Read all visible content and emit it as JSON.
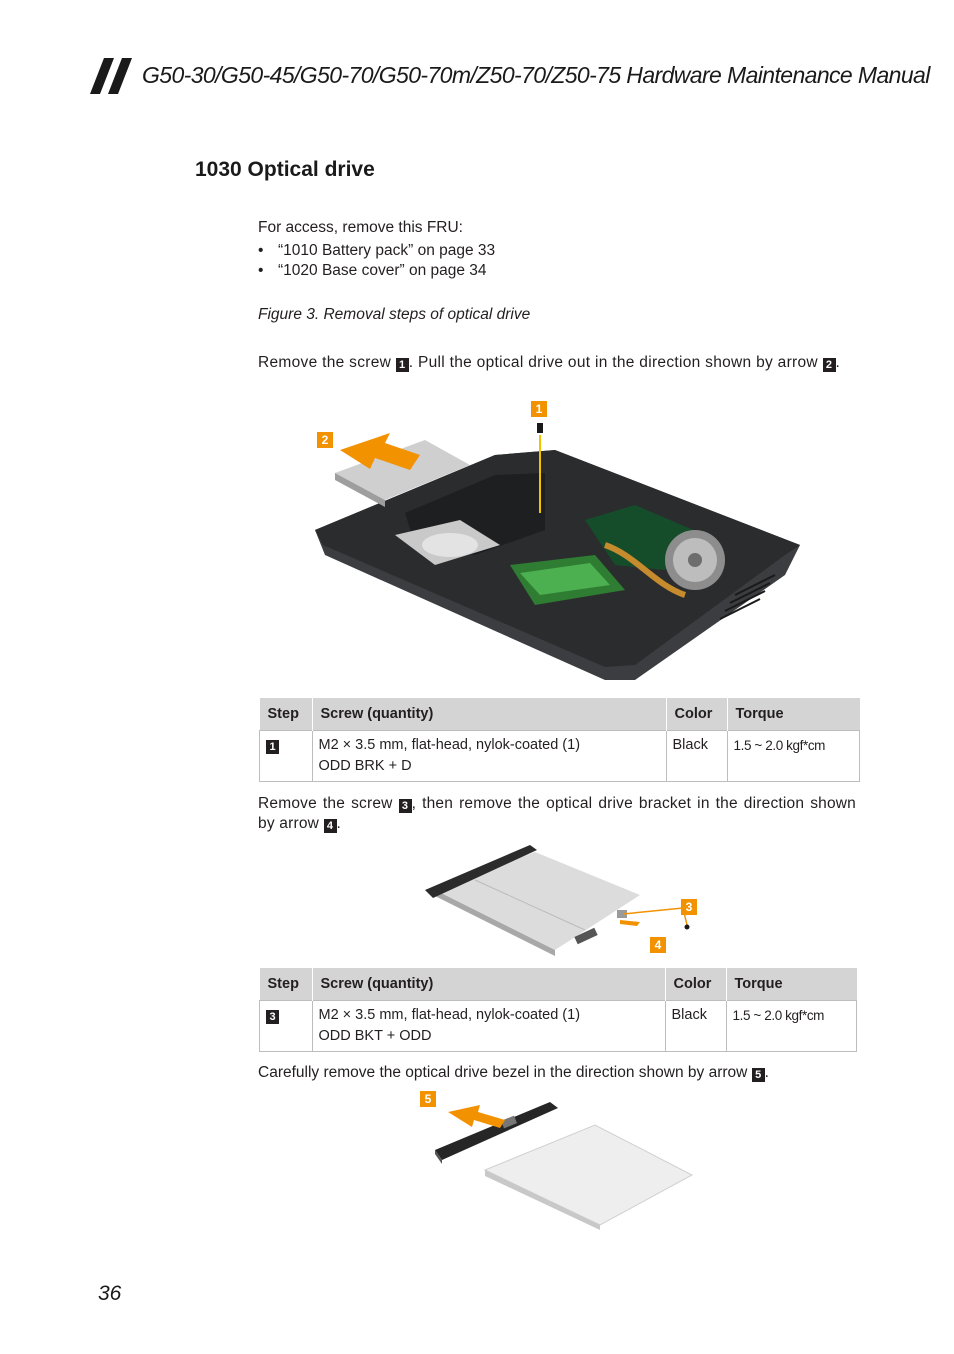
{
  "header": {
    "title": "G50-30/G50-45/G50-70/G50-70m/Z50-70/Z50-75 Hardware Maintenance Manual"
  },
  "section": {
    "title": "1030 Optical drive",
    "access_intro": "For access, remove this FRU:",
    "access_items": [
      "“1010 Battery pack” on page 33",
      "“1020 Base cover” on page 34"
    ],
    "figure_caption": "Figure 3. Removal steps of optical drive"
  },
  "steps": [
    {
      "text_before": "Remove the screw ",
      "callout_a": "1",
      "text_middle": ". Pull the optical drive out in the direction shown by arrow ",
      "callout_b": "2",
      "text_after": ".",
      "image_callouts": [
        "1",
        "2"
      ],
      "table": {
        "headers": [
          "Step",
          "Screw (quantity)",
          "Color",
          "Torque"
        ],
        "row": {
          "step": "1",
          "screw_line1": "M2 × 3.5 mm, flat-head, nylok-coated (1)",
          "screw_line2": "ODD BRK + D",
          "color": "Black",
          "torque": "1.5 ~ 2.0 kgf*cm"
        }
      }
    },
    {
      "text_before": "Remove the screw ",
      "callout_a": "3",
      "text_middle": ", then remove the optical drive bracket in the direction shown by arrow ",
      "callout_b": "4",
      "text_after": ".",
      "image_callouts": [
        "3",
        "4"
      ],
      "table": {
        "headers": [
          "Step",
          "Screw (quantity)",
          "Color",
          "Torque"
        ],
        "row": {
          "step": "3",
          "screw_line1": "M2 × 3.5 mm, flat-head, nylok-coated (1)",
          "screw_line2": "ODD BKT + ODD",
          "color": "Black",
          "torque": "1.5 ~ 2.0 kgf*cm"
        }
      }
    },
    {
      "text_before": "Carefully remove the optical drive bezel in the direction shown by arrow ",
      "callout_a": "5",
      "text_after": ".",
      "image_callouts": [
        "5"
      ]
    }
  ],
  "colors": {
    "callout_orange": "#f29200",
    "table_header": "#d4d4d4",
    "text": "#231f20"
  },
  "footer": {
    "page_number": "36"
  }
}
